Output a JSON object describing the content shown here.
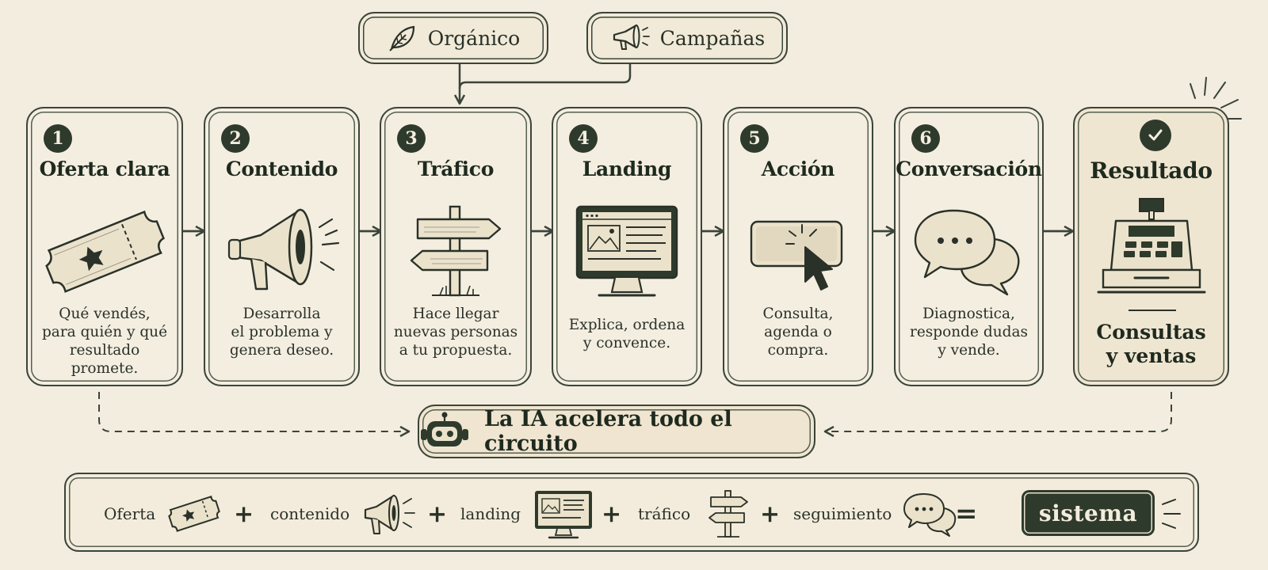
{
  "sources": {
    "organic": {
      "label": "Orgánico",
      "icon": "leaf-icon"
    },
    "campaigns": {
      "label": "Campañas",
      "icon": "megaphone-icon"
    }
  },
  "steps": [
    {
      "number": "1",
      "title": "Oferta clara",
      "description": "Qué vendés,\npara quién y qué\nresultado promete.",
      "icon": "ticket-icon"
    },
    {
      "number": "2",
      "title": "Contenido",
      "description": "Desarrolla\nel problema y\ngenera deseo.",
      "icon": "megaphone-icon"
    },
    {
      "number": "3",
      "title": "Tráfico",
      "description": "Hace llegar\nnuevas personas\na tu propuesta.",
      "icon": "signpost-icon"
    },
    {
      "number": "4",
      "title": "Landing",
      "description": "Explica, ordena\ny convence.",
      "icon": "monitor-icon"
    },
    {
      "number": "5",
      "title": "Acción",
      "description": "Consulta,\nagenda o\ncompra.",
      "icon": "click-button-icon"
    },
    {
      "number": "6",
      "title": "Conversación",
      "description": "Diagnostica,\nresponde dudas\ny vende.",
      "icon": "chat-bubbles-icon"
    }
  ],
  "result": {
    "title": "Resultado",
    "description": "Consultas\ny ventas",
    "icon": "cash-register-icon",
    "badge_icon": "checkmark-icon"
  },
  "ai_banner": {
    "label": "La IA acelera todo el circuito",
    "icon": "robot-icon"
  },
  "formula": {
    "items": [
      "Oferta",
      "contenido",
      "landing",
      "tráfico",
      "seguimiento"
    ],
    "plus": "+",
    "equals": "=",
    "result": "sistema"
  },
  "colors": {
    "ink": "#2e3a2c",
    "paper": "#f3eddf",
    "line": "#3b443a"
  }
}
